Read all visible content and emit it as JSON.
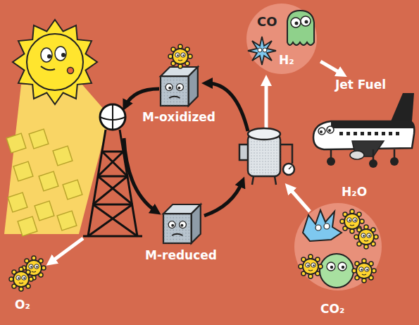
{
  "diagram": {
    "nodes": [
      {
        "text": [
          "CO",
          "H₂"
        ]
      },
      {
        "text": [
          "M-oxidized"
        ]
      },
      {
        "text": [
          "Jet Fuel"
        ]
      },
      {
        "text": [
          "M-reduced"
        ]
      },
      {
        "text": [
          "H₂O",
          "CO₂"
        ]
      },
      {
        "text": [
          "O₂"
        ]
      }
    ],
    "edges": [
      {
        "from": 0,
        "to": 2,
        "arrow": "to"
      }
    ]
  }
}
